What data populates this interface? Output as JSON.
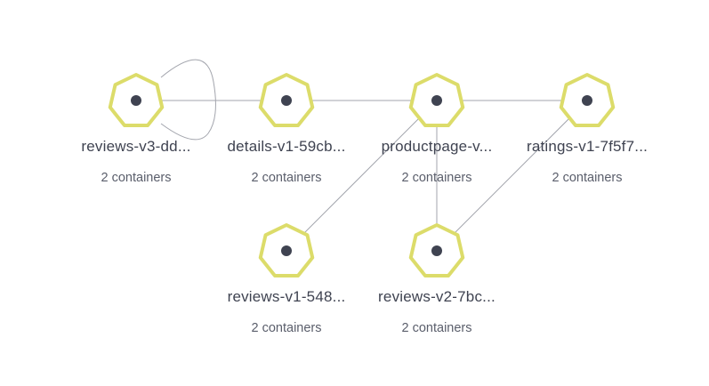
{
  "colors": {
    "node_ring": "#dcdc6a",
    "node_fill": "#ffffff",
    "node_dot": "#3f4351",
    "edge": "#a3a5ad"
  },
  "nodes": [
    {
      "id": "reviews-v3",
      "name": "reviews-v3-dd...",
      "meta": "2 containers",
      "icon": "heptagon-pod-icon"
    },
    {
      "id": "details-v1",
      "name": "details-v1-59cb...",
      "meta": "2 containers",
      "icon": "heptagon-pod-icon"
    },
    {
      "id": "productpage-v1",
      "name": "productpage-v...",
      "meta": "2 containers",
      "icon": "heptagon-pod-icon"
    },
    {
      "id": "ratings-v1",
      "name": "ratings-v1-7f5f7...",
      "meta": "2 containers",
      "icon": "heptagon-pod-icon"
    },
    {
      "id": "reviews-v1",
      "name": "reviews-v1-548...",
      "meta": "2 containers",
      "icon": "heptagon-pod-icon"
    },
    {
      "id": "reviews-v2",
      "name": "reviews-v2-7bc...",
      "meta": "2 containers",
      "icon": "heptagon-pod-icon"
    }
  ],
  "edges": [
    {
      "from": "reviews-v3",
      "to": "details-v1"
    },
    {
      "from": "details-v1",
      "to": "productpage-v1"
    },
    {
      "from": "productpage-v1",
      "to": "ratings-v1"
    },
    {
      "from": "productpage-v1",
      "to": "reviews-v1"
    },
    {
      "from": "productpage-v1",
      "to": "reviews-v2"
    },
    {
      "from": "ratings-v1",
      "to": "reviews-v2"
    },
    {
      "from": "reviews-v3",
      "to": "reviews-v3",
      "self_loop": true
    }
  ]
}
